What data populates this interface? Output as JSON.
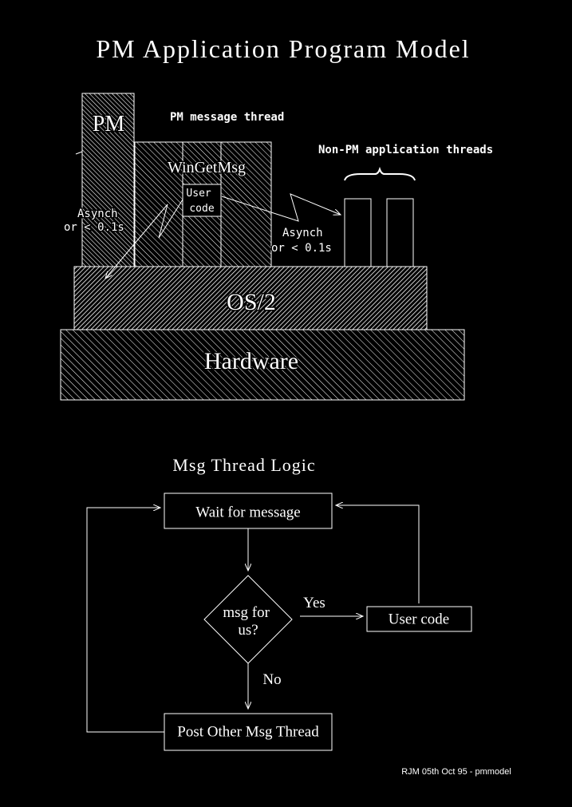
{
  "title": "PM Application Program Model",
  "model": {
    "pm_label": "PM",
    "pm_thread_label": "PM message thread",
    "wingetmsg_label": "WinGetMsg",
    "user_code_box": "User\ncode",
    "non_pm_label": "Non-PM application threads",
    "asynch_left": "Asynch",
    "asynch_left_sub": "or < 0.1s",
    "asynch_right": "Asynch",
    "asynch_right_sub": "or < 0.1s",
    "os2_label": "OS/2",
    "hardware_label": "Hardware"
  },
  "flow": {
    "title": "Msg Thread Logic",
    "wait_box": "Wait for message",
    "decision": "msg for\nus?",
    "yes_label": "Yes",
    "no_label": "No",
    "user_code_box": "User code",
    "post_box": "Post Other Msg Thread"
  },
  "footer": "RJM 05th Oct 95 - pmmodel",
  "colors": {
    "background": "#000000",
    "foreground": "#ffffff"
  }
}
